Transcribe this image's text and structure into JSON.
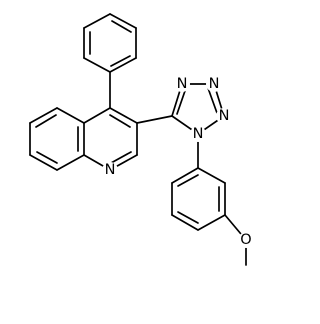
{
  "molecule": {
    "atoms": [
      {
        "id": "n_quinoline",
        "label": "N"
      },
      {
        "id": "n_tet_1",
        "label": "N"
      },
      {
        "id": "n_tet_2",
        "label": "N"
      },
      {
        "id": "n_tet_3",
        "label": "N"
      },
      {
        "id": "n_tet_4",
        "label": "N"
      },
      {
        "id": "o_methoxy",
        "label": "O"
      }
    ]
  }
}
